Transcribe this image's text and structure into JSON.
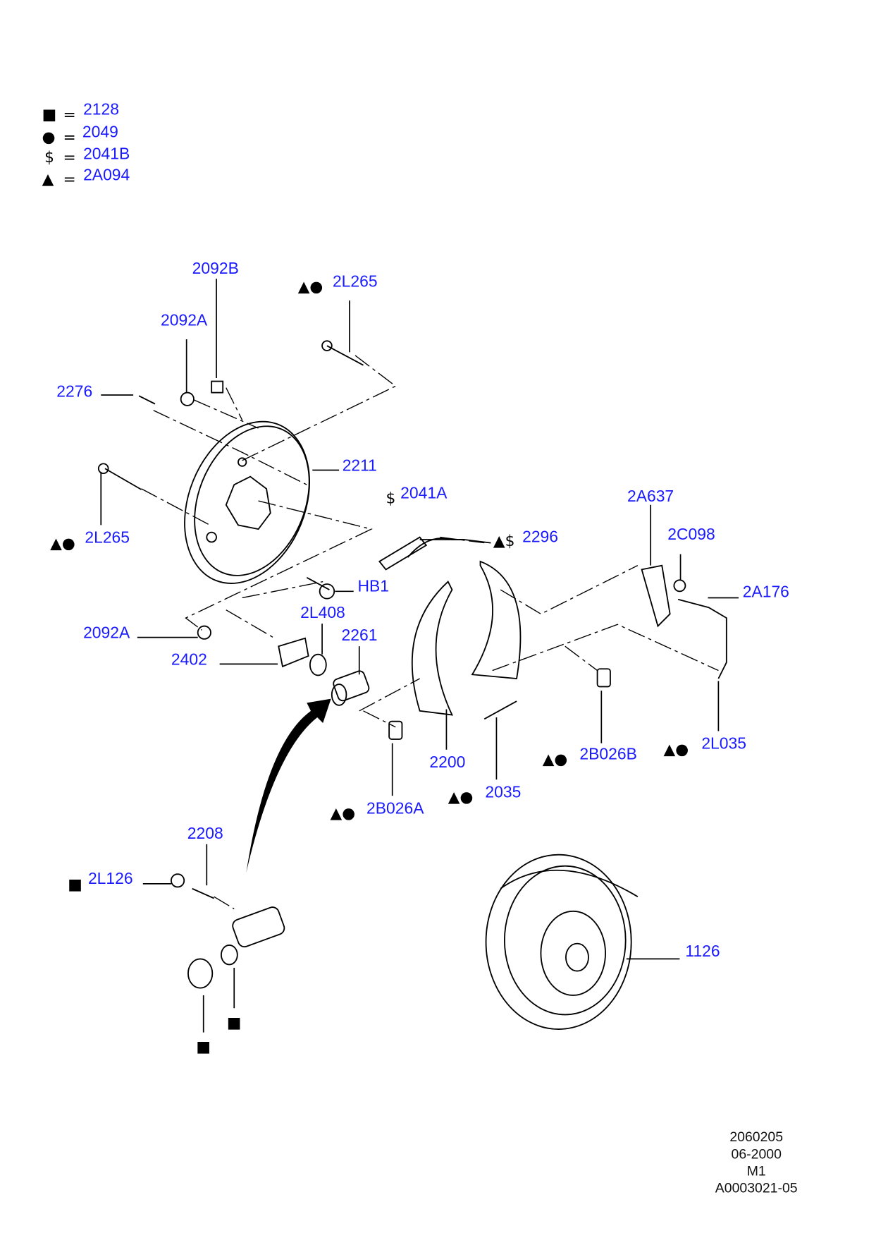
{
  "legend": [
    {
      "symbol": "■",
      "code": "2128"
    },
    {
      "symbol": "●",
      "code": "2049"
    },
    {
      "symbol": "$",
      "code": "2041B"
    },
    {
      "symbol": "▲",
      "code": "2A094"
    }
  ],
  "legend_equals": "=",
  "callouts": {
    "c2092B": {
      "markers": "",
      "label": "2092B"
    },
    "c2L265a": {
      "markers": "▲●",
      "label": "2L265"
    },
    "c2092A": {
      "markers": "",
      "label": "2092A"
    },
    "c2276": {
      "markers": "",
      "label": "2276"
    },
    "c2211": {
      "markers": "",
      "label": "2211"
    },
    "c2041A": {
      "markers": "$",
      "label": "2041A"
    },
    "c2A637": {
      "markers": "",
      "label": "2A637"
    },
    "c2C098": {
      "markers": "",
      "label": "2C098"
    },
    "c2296": {
      "markers": "▲$",
      "label": "2296"
    },
    "c2L265b": {
      "markers": "▲●",
      "label": "2L265"
    },
    "cHB1": {
      "markers": "",
      "label": "HB1"
    },
    "c2A176": {
      "markers": "",
      "label": "2A176"
    },
    "c2L408": {
      "markers": "",
      "label": "2L408"
    },
    "c2092A2": {
      "markers": "",
      "label": "2092A"
    },
    "c2261": {
      "markers": "",
      "label": "2261"
    },
    "c2402": {
      "markers": "",
      "label": "2402"
    },
    "c2L035": {
      "markers": "▲●",
      "label": "2L035"
    },
    "c2B026B": {
      "markers": "▲●",
      "label": "2B026B"
    },
    "c2200": {
      "markers": "",
      "label": "2200"
    },
    "c2035": {
      "markers": "▲●",
      "label": "2035"
    },
    "c2B026A": {
      "markers": "▲●",
      "label": "2B026A"
    },
    "c2208": {
      "markers": "",
      "label": "2208"
    },
    "c2L126": {
      "markers": "■",
      "label": "2L126"
    },
    "c1126": {
      "markers": "",
      "label": "1126"
    },
    "cSq1": {
      "markers": "■",
      "label": ""
    },
    "cSq2": {
      "markers": "■",
      "label": ""
    }
  },
  "footer": {
    "line1": "2060205",
    "line2": "06-2000",
    "line3": "M1",
    "line4": "A0003021-05"
  }
}
